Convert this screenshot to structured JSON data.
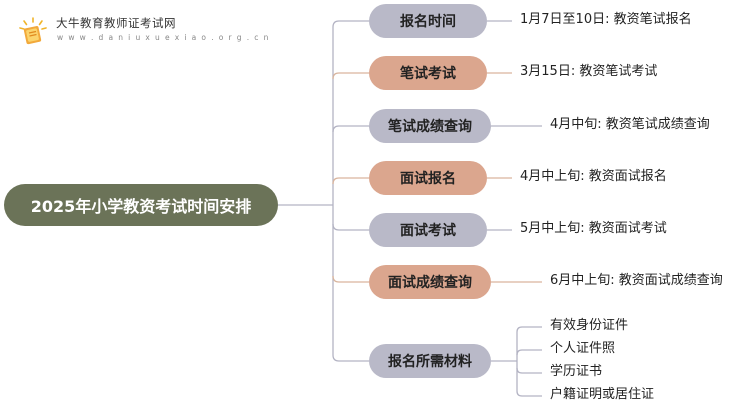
{
  "site": {
    "title": "大牛教育教师证考试网",
    "url": "w w w . d a n i u x u e x i a o . o r g . c n"
  },
  "root": {
    "label": "2025年小学教资考试时间安排"
  },
  "branches": [
    {
      "label": "报名时间",
      "style": "gray",
      "details": [
        "1月7日至10日: 教资笔试报名"
      ]
    },
    {
      "label": "笔试考试",
      "style": "peach",
      "details": [
        "3月15日: 教资笔试考试"
      ]
    },
    {
      "label": "笔试成绩查询",
      "style": "gray",
      "details": [
        "4月中旬: 教资笔试成绩查询"
      ]
    },
    {
      "label": "面试报名",
      "style": "peach",
      "details": [
        "4月中上旬: 教资面试报名"
      ]
    },
    {
      "label": "面试考试",
      "style": "gray",
      "details": [
        "5月中上旬: 教资面试考试"
      ]
    },
    {
      "label": "面试成绩查询",
      "style": "peach",
      "details": [
        "6月中上旬: 教资面试成绩查询"
      ]
    },
    {
      "label": "报名所需材料",
      "style": "gray",
      "details": [
        "有效身份证件",
        "个人证件照",
        "学历证书",
        "户籍证明或居住证"
      ]
    }
  ],
  "colors": {
    "root": "#6b7358",
    "gray_node": "#b9b9c8",
    "peach_node": "#dba68e",
    "line": "#b3b3c3",
    "line_warm": "#d9b59e"
  }
}
